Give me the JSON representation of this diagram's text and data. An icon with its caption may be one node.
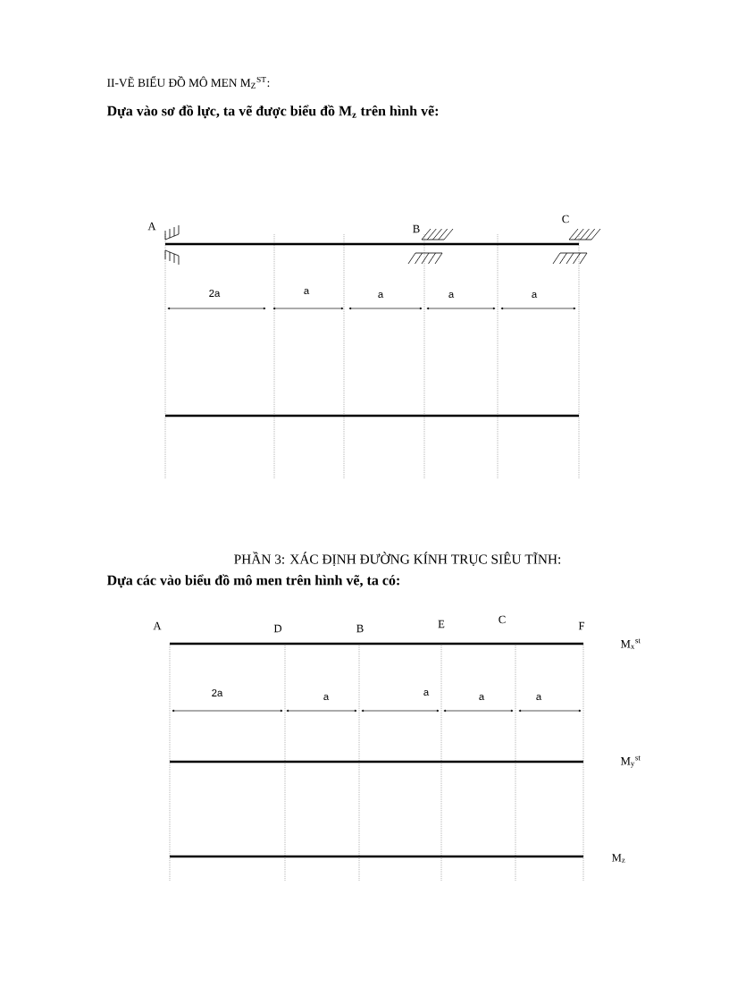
{
  "diagram": {
    "labels": [
      "II-VẼ BIỂU ĐỒ MÔ MEN M$_{Z}$$^{ST}$:",
      "Dựa vào sơ đồ lực, ta vẽ được biểu đồ M$_{z}$ trên hình vẽ:",
      "A",
      "B",
      "C",
      "2a",
      "a",
      "a",
      "a",
      "a",
      "PHẦN 3: XÁC ĐỊNH ĐƯỜNG KÍNH TRỤC SIÊU TĨNH:",
      "Dựa các vào biểu đồ mô men trên hình vẽ, ta có:",
      "A",
      "D",
      "B",
      "E",
      "C",
      "F",
      "M$_{x}$$^{st}$",
      "2a",
      "a",
      "a",
      "a",
      "a",
      "M$_{y}$$^{st}$",
      "M$_{z}$"
    ]
  }
}
